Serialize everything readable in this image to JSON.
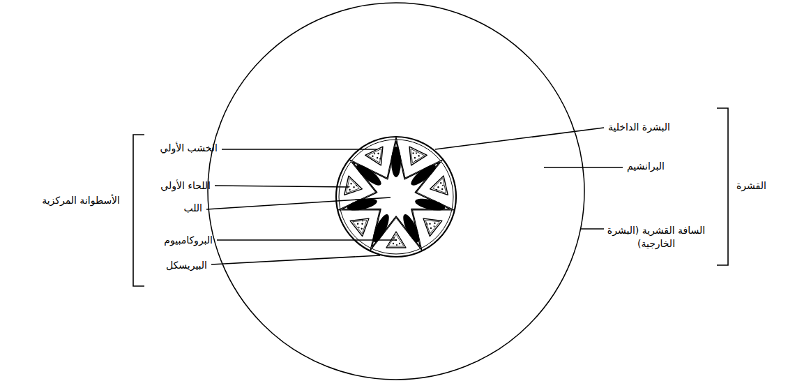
{
  "diagram": {
    "labels": [
      "الخشب الأولي",
      "اللحاء الأولي",
      "اللب",
      "البروكامبيوم",
      "البيريسكل",
      "الأسطوانة المركزية",
      "البشرة الداخلية",
      "البرانشيم",
      "السافة القشرية (البشرة الخارجية)",
      "القشرة"
    ]
  }
}
